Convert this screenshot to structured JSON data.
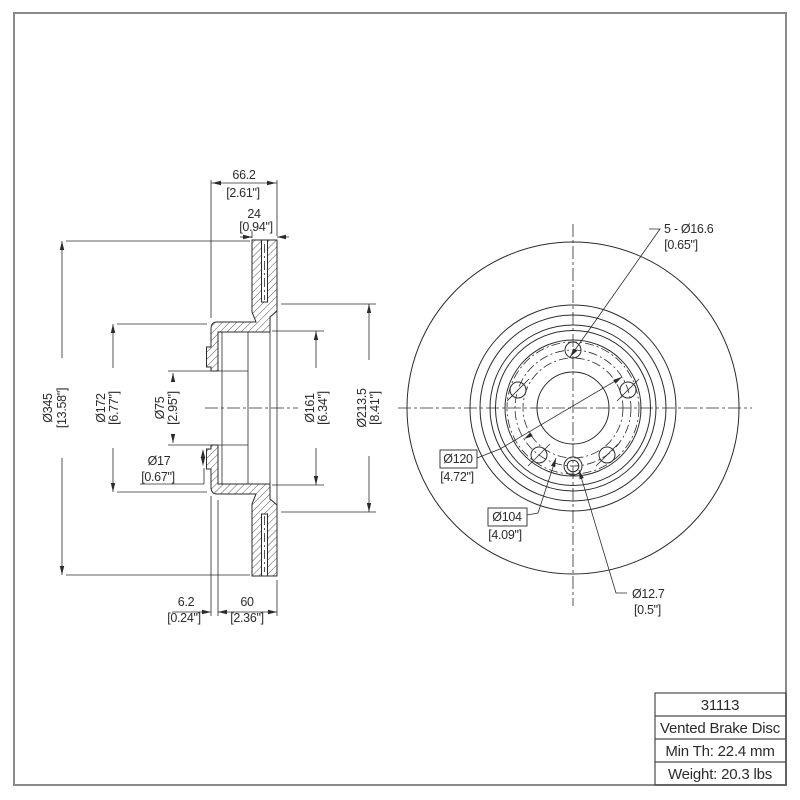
{
  "colors": {
    "line": "#2b2b2b",
    "border": "#8a8a8a"
  },
  "section": {
    "width_total": {
      "mm": "66.2",
      "in": "[2.61\"]"
    },
    "disc_thickness": {
      "mm": "24",
      "in": "[0.94\"]"
    },
    "outer_dia": {
      "mm": "Ø345",
      "in": "[13.58\"]"
    },
    "hat_dia": {
      "mm": "Ø172",
      "in": "[6.77\"]"
    },
    "bore_dia": {
      "mm": "Ø75",
      "in": "[2.95\"]"
    },
    "hole_dia": {
      "mm": "Ø17",
      "in": "[0.67\"]"
    },
    "inner_dia_1": {
      "mm": "Ø161",
      "in": "[6.34\"]"
    },
    "inner_dia_2": {
      "mm": "Ø213.5",
      "in": "[8.41\"]"
    },
    "hat_depth": {
      "mm": "6.2",
      "in": "[0.24\"]"
    },
    "height": {
      "mm": "60",
      "in": "[2.36\"]"
    }
  },
  "front": {
    "bolt_holes": {
      "mm": "5 - Ø16.6",
      "in": "[0.65\"]"
    },
    "bolt_circle": {
      "mm": "Ø120",
      "in": "[4.72\"]"
    },
    "register": {
      "mm": "Ø104",
      "in": "[4.09\"]"
    },
    "pin_hole": {
      "mm": "Ø12.7",
      "in": "[0.5\"]"
    }
  },
  "title_block": {
    "part_number": "31113",
    "product": "Vented Brake Disc",
    "min_th": "Min Th: 22.4 mm",
    "weight": "Weight: 20.3 lbs"
  }
}
